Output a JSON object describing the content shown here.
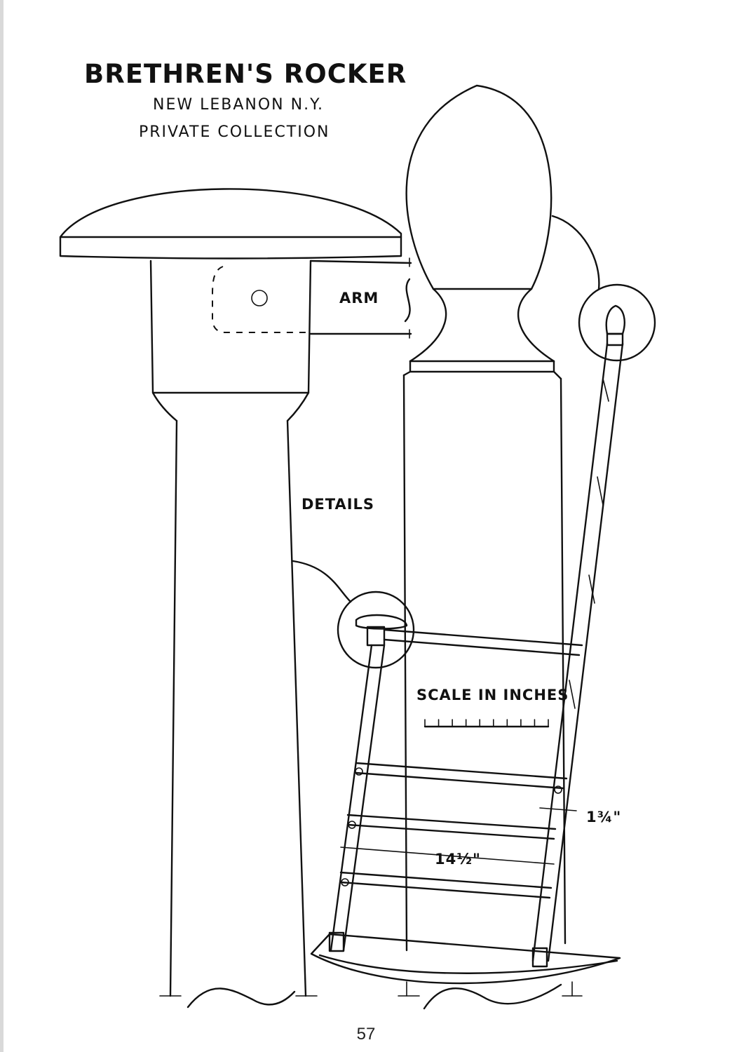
{
  "title": "BRETHREN'S ROCKER",
  "subtitle_location": "NEW LEBANON N.Y.",
  "subtitle_collection": "PRIVATE COLLECTION",
  "labels": {
    "arm": "ARM",
    "details": "DETAILS",
    "scale": "SCALE IN INCHES",
    "width_dimension": "14½\"",
    "rung_dimension": "1¾\""
  },
  "scale_ticks": 10,
  "page_number": "57",
  "colors": {
    "ink": "#111111",
    "paper": "#ffffff"
  }
}
